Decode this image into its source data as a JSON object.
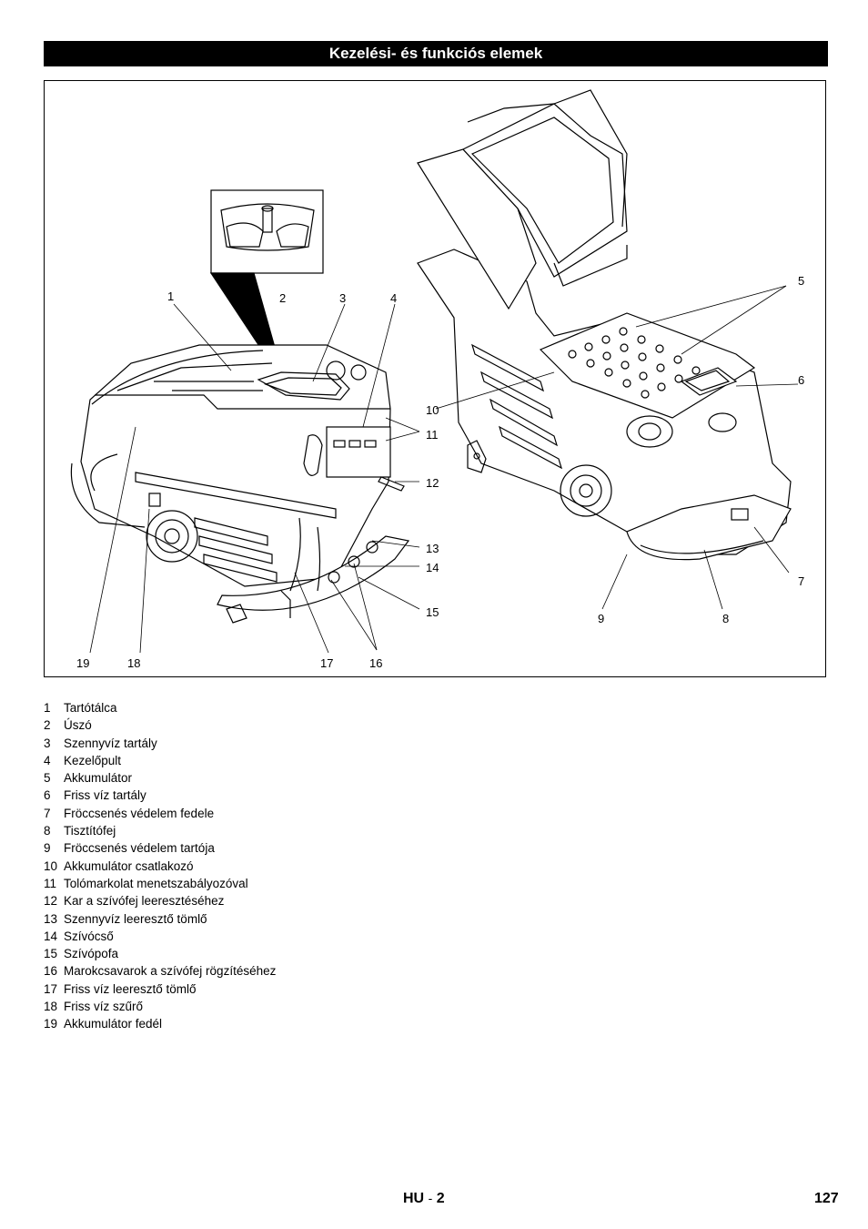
{
  "header": {
    "title": "Kezelési- és funkciós elemek"
  },
  "figure": {
    "callouts": [
      "1",
      "2",
      "3",
      "4",
      "5",
      "6",
      "7",
      "8",
      "9",
      "10",
      "11",
      "12",
      "13",
      "14",
      "15",
      "16",
      "17",
      "18",
      "19"
    ]
  },
  "legend": [
    {
      "num": "1",
      "text": "Tartótálca"
    },
    {
      "num": "2",
      "text": "Úszó"
    },
    {
      "num": "3",
      "text": "Szennyvíz tartály"
    },
    {
      "num": "4",
      "text": "Kezelőpult"
    },
    {
      "num": "5",
      "text": "Akkumulátor"
    },
    {
      "num": "6",
      "text": "Friss víz tartály"
    },
    {
      "num": "7",
      "text": "Fröccsenés védelem fedele"
    },
    {
      "num": "8",
      "text": "Tisztítófej"
    },
    {
      "num": "9",
      "text": "Fröccsenés védelem tartója"
    },
    {
      "num": "10",
      "text": "Akkumulátor csatlakozó"
    },
    {
      "num": "11",
      "text": "Tolómarkolat menetszabályozóval"
    },
    {
      "num": "12",
      "text": "Kar a szívófej leeresztéséhez"
    },
    {
      "num": "13",
      "text": "Szennyvíz leeresztő tömlő"
    },
    {
      "num": "14",
      "text": "Szívócső"
    },
    {
      "num": "15",
      "text": "Szívópofa"
    },
    {
      "num": "16",
      "text": "Marokcsavarok a szívófej rögzítéséhez"
    },
    {
      "num": "17",
      "text": "Friss víz leeresztő tömlő"
    },
    {
      "num": "18",
      "text": "Friss víz szűrő"
    },
    {
      "num": "19",
      "text": "Akkumulátor fedél"
    }
  ],
  "footer": {
    "lang": "HU",
    "dash": "-",
    "section": "2",
    "page": "127"
  }
}
